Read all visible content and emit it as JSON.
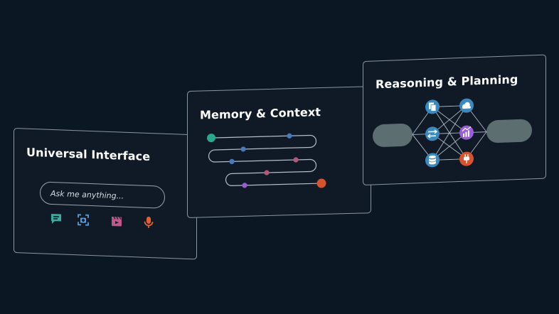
{
  "panels": {
    "interface": {
      "title": "Universal Interface",
      "input_placeholder": "Ask me anything...",
      "icons": [
        "chat-icon",
        "camera-scan-icon",
        "video-clapper-icon",
        "microphone-icon"
      ]
    },
    "memory": {
      "title": "Memory & Context"
    },
    "reasoning": {
      "title": "Reasoning & Planning",
      "node_icons": [
        "documents-icon",
        "cloud-icon",
        "transfer-icon",
        "analytics-icon",
        "database-icon",
        "plug-icon"
      ]
    }
  },
  "colors": {
    "background": "#0c1724",
    "panel": "#0f1a26",
    "teal": "#2aa88f",
    "blue": "#4a78b8",
    "pink": "#b2587a",
    "purple": "#9a5cd8",
    "orange": "#d5532f",
    "node_blue": "#3a8ac0",
    "capsule": "#5d6e70"
  }
}
